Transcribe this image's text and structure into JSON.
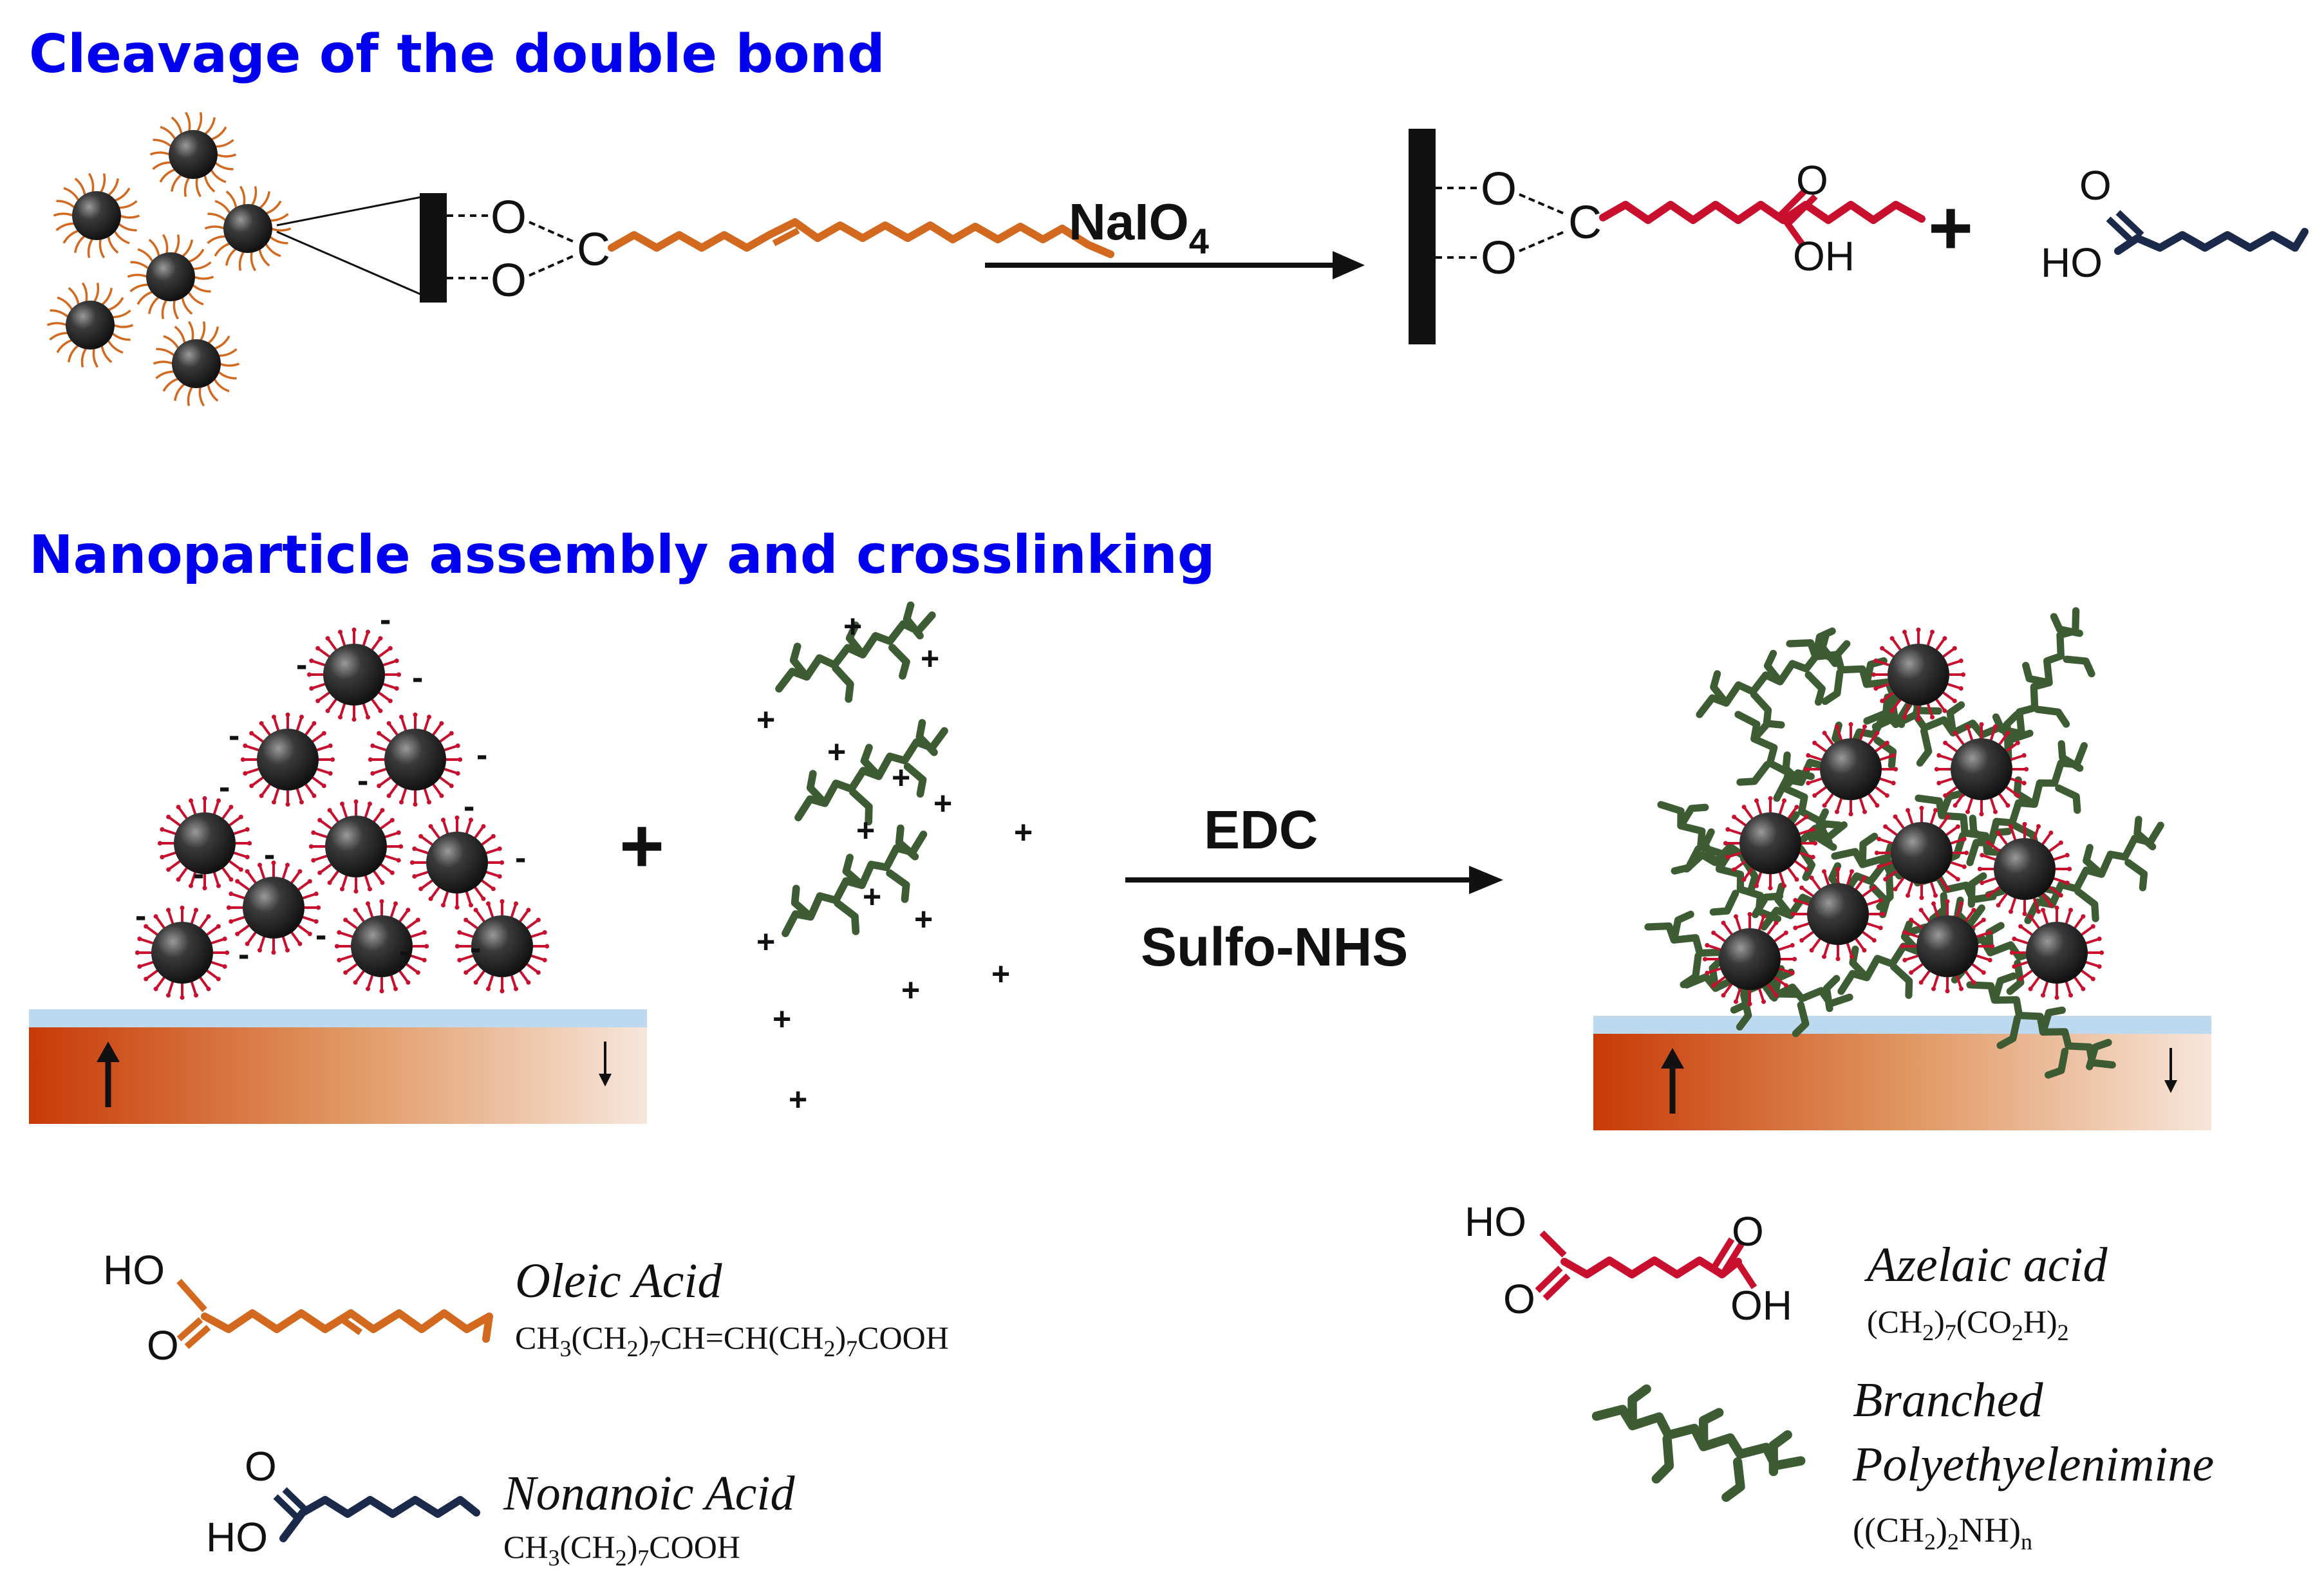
{
  "sections": {
    "cleavage_title": "Cleavage of the double bond",
    "assembly_title": "Nanoparticle assembly and crosslinking"
  },
  "reagents": {
    "oxidant_main": "NaIO",
    "oxidant_sub": "4",
    "coupling_1": "EDC",
    "coupling_2": "Sulfo-NHS"
  },
  "atoms": {
    "oxygen": "O",
    "carbon": "C",
    "hydroxyl": "OH",
    "hydroxyl_left": "HO",
    "plus": "+"
  },
  "charges": {
    "negative": "-",
    "positive": "+"
  },
  "legend": {
    "oleic": {
      "name": "Oleic Acid",
      "formula": [
        "CH",
        "3",
        "(CH",
        "2",
        ")",
        "7",
        "CH=CH(CH",
        "2",
        ")",
        "7",
        "COOH"
      ]
    },
    "nonanoic": {
      "name": "Nonanoic Acid",
      "formula": [
        "CH",
        "3",
        "(CH",
        "2",
        ")",
        "7",
        "COOH"
      ]
    },
    "azelaic": {
      "name": "Azelaic acid",
      "formula": [
        "(CH",
        "2",
        ")",
        "7",
        "(CO",
        "2",
        "H)",
        "2"
      ]
    },
    "pei": {
      "name_line1": "Branched",
      "name_line2": "Polyethyelenimine",
      "formula": [
        "((CH",
        "2",
        ")",
        "2",
        "NH)",
        "n"
      ]
    }
  },
  "colors": {
    "title_blue": "#0000ee",
    "oleic_orange": "#d2691e",
    "azelaic_red": "#c8102e",
    "nonanoic_navy": "#1b2a4a",
    "pei_green": "#3d5c34",
    "substrate_dark": "#c83a08",
    "substrate_light": "#f6e3d8",
    "coating_blue": "#bcd9ef",
    "particle_core": "#1e1e1e"
  },
  "icons": [
    "nanoparticle-icon",
    "substrate-icon",
    "reaction-arrow-icon",
    "pei-polymer-icon"
  ]
}
